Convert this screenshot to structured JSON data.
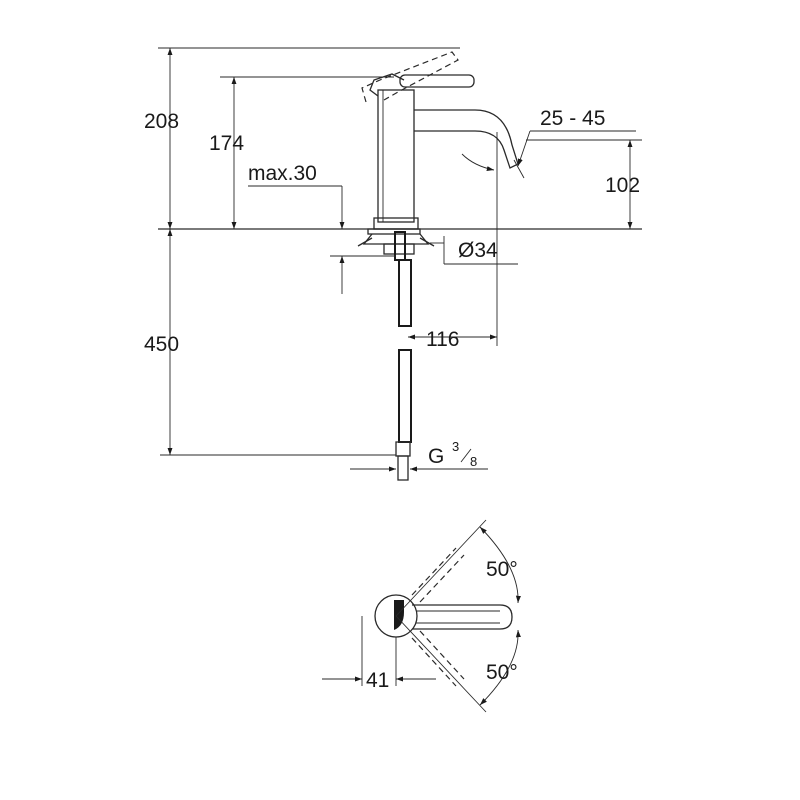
{
  "side_view": {
    "dims": {
      "total_height": "208",
      "spout_height": "174",
      "max_thickness": "max.30",
      "flow_angle": "25 - 45",
      "outlet_height": "102",
      "hole_diameter": "Ø34",
      "hose_length": "450",
      "projection": "116",
      "thread_main": "G",
      "thread_num": "3",
      "thread_den": "8"
    }
  },
  "top_view": {
    "dims": {
      "angle_upper": "50°",
      "angle_lower": "50°",
      "lever_offset": "41"
    }
  }
}
